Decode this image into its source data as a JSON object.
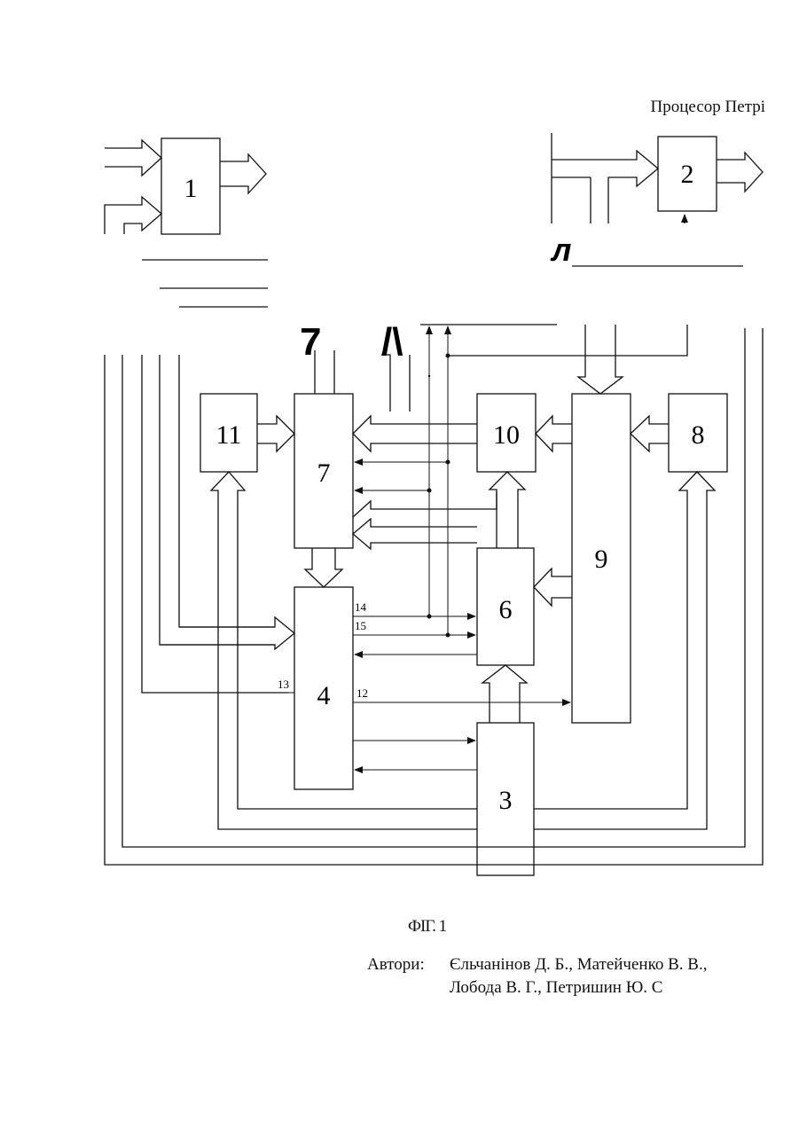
{
  "header": {
    "title": "Процесор Петрі"
  },
  "blocks": [
    {
      "id": "1",
      "label": "1"
    },
    {
      "id": "2",
      "label": "2"
    },
    {
      "id": "3",
      "label": "3"
    },
    {
      "id": "4",
      "label": "4"
    },
    {
      "id": "6",
      "label": "6"
    },
    {
      "id": "7",
      "label": "7"
    },
    {
      "id": "8",
      "label": "8"
    },
    {
      "id": "9",
      "label": "9"
    },
    {
      "id": "10",
      "label": "10"
    },
    {
      "id": "11",
      "label": "11"
    }
  ],
  "signals": {
    "s14": "14",
    "s15": "15",
    "s13": "13",
    "s12": "12"
  },
  "artifacts": {
    "seven": "7",
    "lambda": "/\\",
    "el": "л"
  },
  "figure": {
    "caption": "ФІГ. 1"
  },
  "authors": {
    "label": "Автори:",
    "line1": "Єльчанінов Д. Б., Матейченко В. В.,",
    "line2": "Лобода В. Г., Петришин Ю. С"
  }
}
